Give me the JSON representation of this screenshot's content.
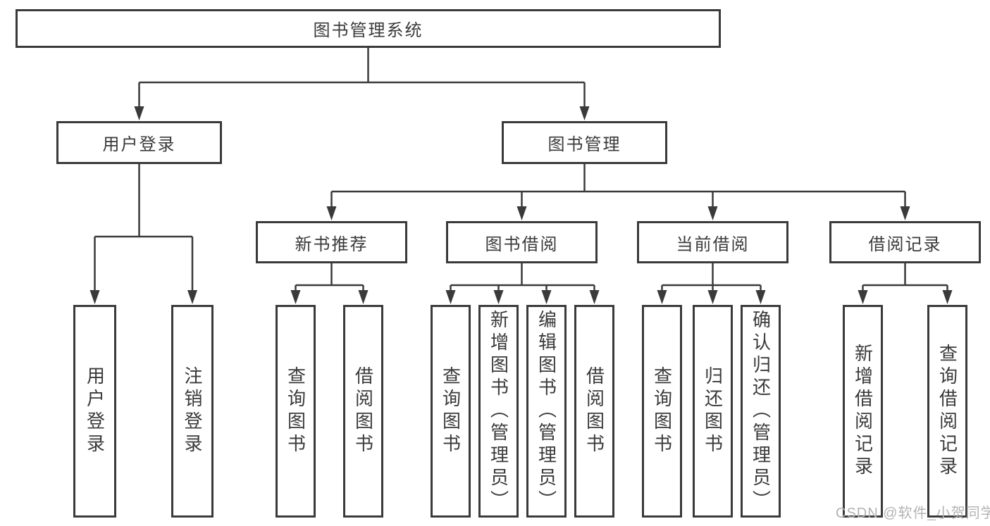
{
  "colors": {
    "line": "#3a3a3a",
    "text": "#3a3a3a",
    "watermark": "#b3b3b3",
    "background": "#ffffff"
  },
  "watermark": {
    "text": "CSDN @软件_小贺同学"
  },
  "tree": {
    "label": "图书管理系统",
    "children": [
      {
        "label": "用户登录",
        "children": [
          {
            "label": "用户登录"
          },
          {
            "label": "注销登录"
          }
        ]
      },
      {
        "label": "图书管理",
        "children": [
          {
            "label": "新书推荐",
            "children": [
              {
                "label": "查询图书"
              },
              {
                "label": "借阅图书"
              }
            ]
          },
          {
            "label": "图书借阅",
            "children": [
              {
                "label": "查询图书"
              },
              {
                "label": "新增图书（管理员）"
              },
              {
                "label": "编辑图书（管理员）"
              },
              {
                "label": "借阅图书"
              }
            ]
          },
          {
            "label": "当前借阅",
            "children": [
              {
                "label": "查询图书"
              },
              {
                "label": "归还图书"
              },
              {
                "label": "确认归还（管理员）"
              }
            ]
          },
          {
            "label": "借阅记录",
            "children": [
              {
                "label": "新增借阅记录"
              },
              {
                "label": "查询借阅记录"
              }
            ]
          }
        ]
      }
    ]
  }
}
